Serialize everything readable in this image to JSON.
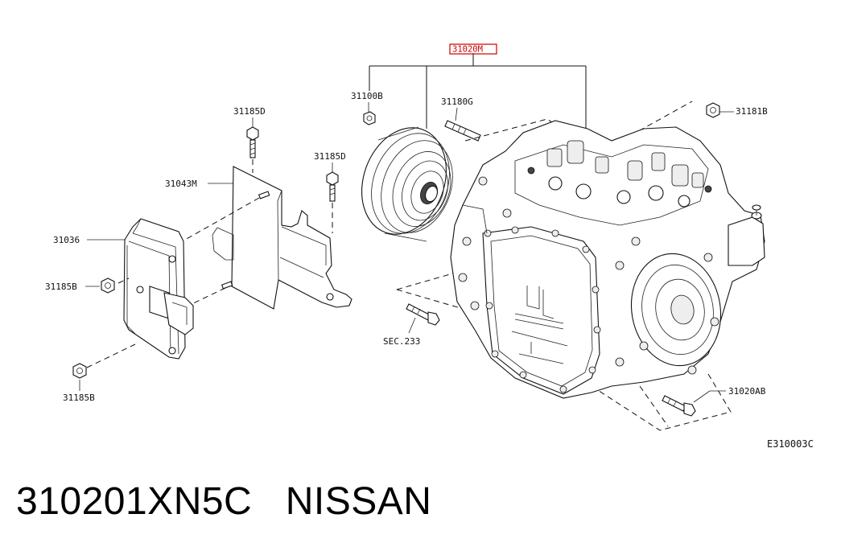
{
  "diagram": {
    "callouts": {
      "main_assembly": "31020M",
      "bolt_31100": "31100B",
      "stud_31180": "31180G",
      "nut_31181": "31181B",
      "bolt_31185d_top": "31185D",
      "bolt_31185d_mid": "31185D",
      "bracket": "31043M",
      "tcm": "31036",
      "nut_31185b_left": "31185B",
      "nut_31185b_bottom": "31185B",
      "section": "SEC.233",
      "bolt_31020ab": "31020AB"
    },
    "diagram_code": "E310003C",
    "highlight_color": "#cc0000"
  },
  "caption": {
    "part_number": "310201XN5C",
    "brand": "NISSAN"
  }
}
